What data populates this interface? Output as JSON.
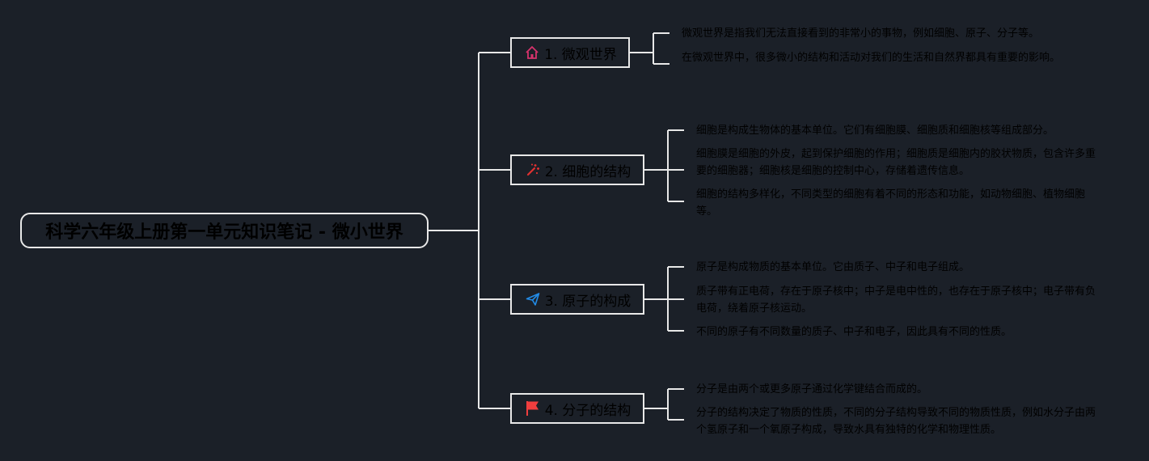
{
  "root": {
    "title": "科学六年级上册第一单元知识笔记 - 微小世界"
  },
  "branches": [
    {
      "label": "1. 微观世界",
      "icon": "house-icon",
      "icon_color": "#d6336c",
      "notes": [
        "微观世界是指我们无法直接看到的非常小的事物，例如细胞、原子、分子等。",
        "在微观世界中，很多微小的结构和活动对我们的生活和自然界都具有重要的影响。"
      ]
    },
    {
      "label": "2. 细胞的结构",
      "icon": "magic-wand-icon",
      "icon_color": "#e03131",
      "notes": [
        "细胞是构成生物体的基本单位。它们有细胞膜、细胞质和细胞核等组成部分。",
        "细胞膜是细胞的外皮，起到保护细胞的作用；细胞质是细胞内的胶状物质，包含许多重要的细胞器；细胞核是细胞的控制中心，存储着遗传信息。",
        "细胞的结构多样化，不同类型的细胞有着不同的形态和功能，如动物细胞、植物细胞等。"
      ]
    },
    {
      "label": "3. 原子的构成",
      "icon": "paper-plane-icon",
      "icon_color": "#228be6",
      "notes": [
        "原子是构成物质的基本单位。它由质子、中子和电子组成。",
        "质子带有正电荷，存在于原子核中；中子是电中性的，也存在于原子核中；电子带有负电荷，绕着原子核运动。",
        "不同的原子有不同数量的质子、中子和电子，因此具有不同的性质。"
      ]
    },
    {
      "label": "4. 分子的结构",
      "icon": "flag-icon",
      "icon_color": "#f03e3e",
      "notes": [
        "分子是由两个或更多原子通过化学键结合而成的。",
        "分子的结构决定了物质的性质，不同的分子结构导致不同的物质性质，例如水分子由两个氢原子和一个氧原子构成，导致水具有独特的化学和物理性质。"
      ]
    }
  ],
  "colors": {
    "background": "#1b2028",
    "line": "#e8e8e8",
    "text": "#000000"
  }
}
